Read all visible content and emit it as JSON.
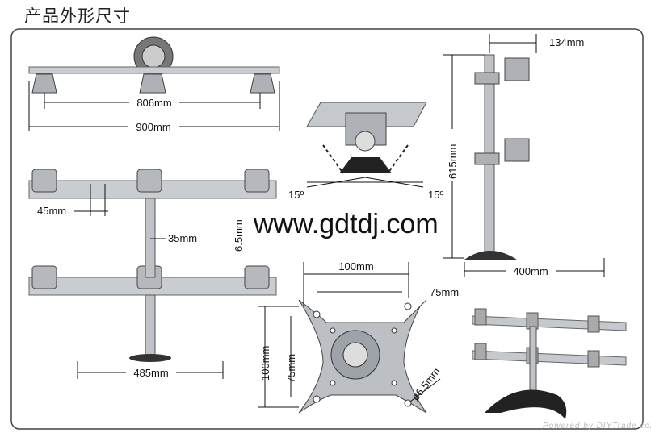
{
  "title": "产品外形尺寸",
  "watermark": "www.gdtdj.com",
  "powered_by": "Powered by DIYTrade.com",
  "top_view": {
    "inner_width": "806mm",
    "outer_width": "900mm"
  },
  "front_view": {
    "mount_gap": "45mm",
    "pole_diameter": "35mm",
    "bar_thickness": "6.5mm",
    "base_width": "485mm"
  },
  "tilt_view": {
    "tilt_left": "15º",
    "tilt_right": "15º"
  },
  "side_view": {
    "arm_length": "134mm",
    "height": "615mm",
    "base_length": "400mm"
  },
  "vesa_plate": {
    "width_outer": "100mm",
    "width_inner": "75mm",
    "height_outer": "100mm",
    "height_inner": "75mm",
    "hole_diameter": "ø6.5mm"
  }
}
